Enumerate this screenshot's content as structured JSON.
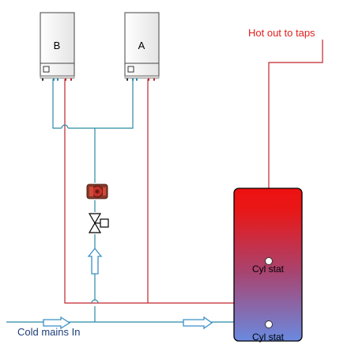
{
  "boilers": [
    {
      "label": "B"
    },
    {
      "label": "A"
    }
  ],
  "labels": {
    "hot_out": "Hot out to taps",
    "cold_in": "Cold mains In"
  },
  "cylinder": {
    "stats": [
      "Cyl stat",
      "Cyl stat"
    ],
    "gradient": {
      "top": "#ee1111",
      "bottom": "#6688dd"
    }
  },
  "colors": {
    "hot_pipe": "#c0262d",
    "cold_pipe": "#2a8aa5",
    "arrow": "#3b8fc7",
    "label_text": "#1f3d7a",
    "hot_label_text": "#e02020"
  }
}
